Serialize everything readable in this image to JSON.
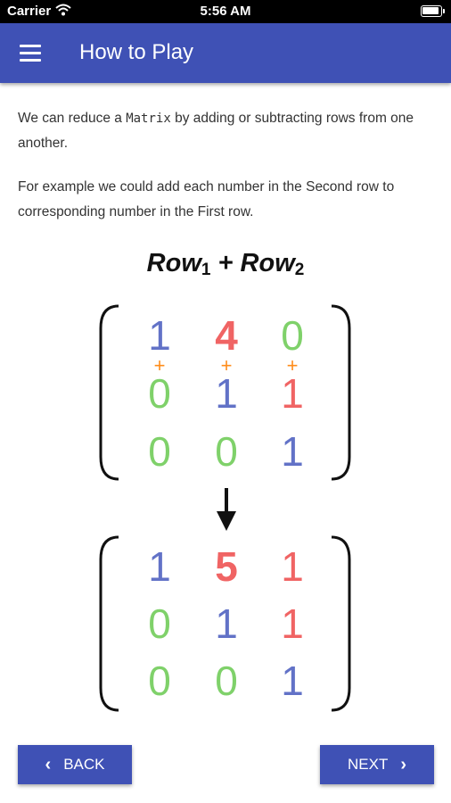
{
  "status_bar": {
    "carrier": "Carrier",
    "time": "5:56 AM"
  },
  "app_bar": {
    "title": "How to Play",
    "menu_icon": "hamburger-menu-icon"
  },
  "content": {
    "para1_before": "We can reduce a ",
    "para1_keyword": "Matrix",
    "para1_after": " by adding or subtracting rows from one another.",
    "para2": "For example we could add each number in the Second row to corresponding number in the First row.",
    "formula": {
      "term1": "Row",
      "sub1": "1",
      "op": " + ",
      "term2": "Row",
      "sub2": "2"
    }
  },
  "matrix_before": [
    [
      "1",
      "4",
      "0"
    ],
    [
      "0",
      "1",
      "1"
    ],
    [
      "0",
      "0",
      "1"
    ]
  ],
  "plus_signs": [
    "+",
    "+",
    "+"
  ],
  "matrix_after": [
    [
      "1",
      "5",
      "1"
    ],
    [
      "0",
      "1",
      "1"
    ],
    [
      "0",
      "0",
      "1"
    ]
  ],
  "colors": {
    "blue": "#6272c7",
    "red": "#f06464",
    "green": "#7fd16a",
    "orange": "#ff8c1a",
    "primary": "#3f51b5"
  },
  "nav": {
    "back_label": "BACK",
    "next_label": "NEXT"
  }
}
